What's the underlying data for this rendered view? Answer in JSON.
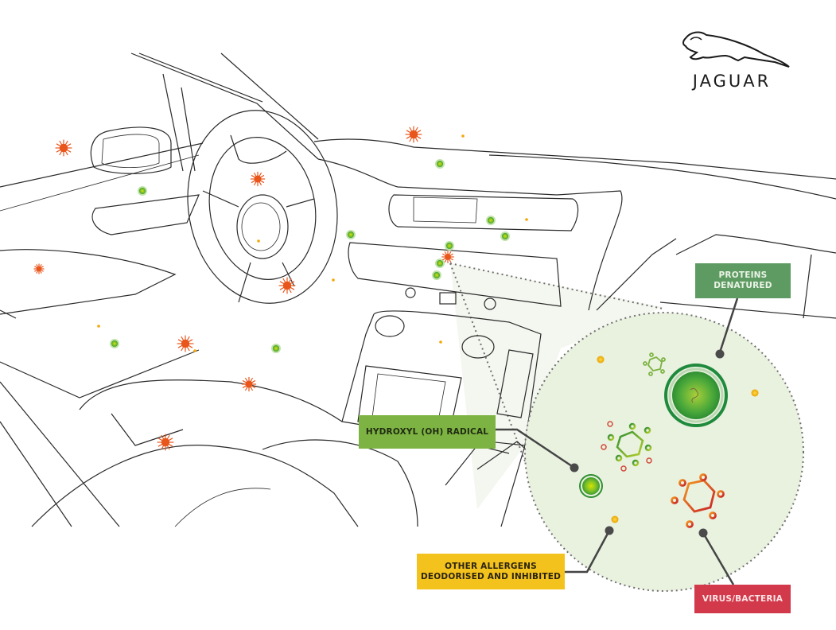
{
  "brand": {
    "name": "JAGUAR",
    "logo_icon": "leaping-jaguar-icon"
  },
  "callouts": {
    "proteins": {
      "line1": "PROTEINS",
      "line2": "DENATURED",
      "color": "#5e9b62"
    },
    "hydroxyl": {
      "text": "HYDROXYL (OH) RADICAL",
      "color": "#7db342"
    },
    "allergens": {
      "line1": "OTHER ALLERGENS",
      "line2": "DEODORISED AND INHIBITED",
      "color": "#f4c21c"
    },
    "virus": {
      "text": "VIRUS/BACTERIA",
      "color": "#d2394a"
    }
  },
  "legend_colors": {
    "hydroxyl_particle": "#7cc12a",
    "allergen_particle": "#f2b705",
    "virus_particle": "#e8561c",
    "magnified_area": "#e9f1df"
  },
  "illustration": {
    "subject": "car-interior-line-art",
    "particle_types": [
      "hydroxyl-radical",
      "virus-bacteria",
      "allergen",
      "denatured-protein"
    ]
  }
}
